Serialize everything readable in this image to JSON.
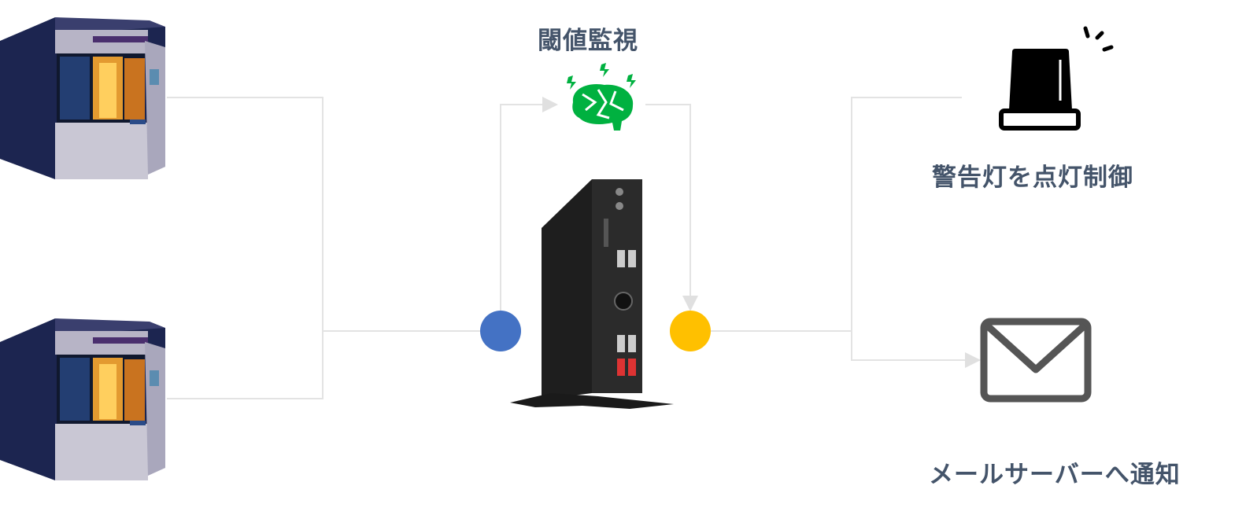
{
  "title": "閾値監視",
  "outputs": {
    "warning_light": {
      "label": "警告灯を点灯制御",
      "icon": "warning-light-icon"
    },
    "mail": {
      "label": "メールサーバーへ通知",
      "icon": "envelope-icon"
    }
  },
  "inputs": [
    {
      "icon": "industrial-machine"
    },
    {
      "icon": "industrial-machine"
    }
  ],
  "center": {
    "icon": "mini-pc",
    "monitor_icon": "brain-icon"
  },
  "colors": {
    "text": "#44546a",
    "input_node": "#4472c4",
    "output_node": "#ffc000",
    "brain": "#00b140",
    "connector": "#e3e3e3"
  }
}
